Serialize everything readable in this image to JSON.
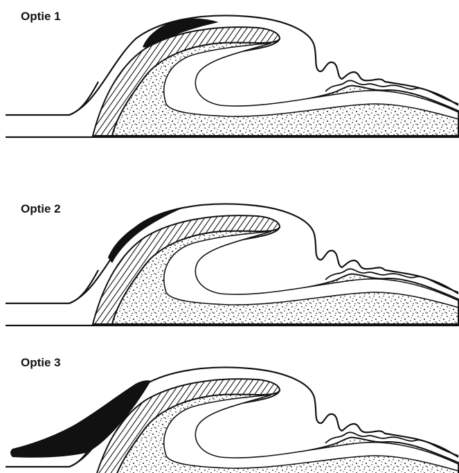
{
  "panels": [
    {
      "label": "Optie 1",
      "highlight": "top-cap"
    },
    {
      "label": "Optie 2",
      "highlight": "front-upper"
    },
    {
      "label": "Optie 3",
      "highlight": "toe"
    }
  ],
  "colors": {
    "ink": "#111111",
    "paper": "#ffffff",
    "highlight": "#111111"
  }
}
